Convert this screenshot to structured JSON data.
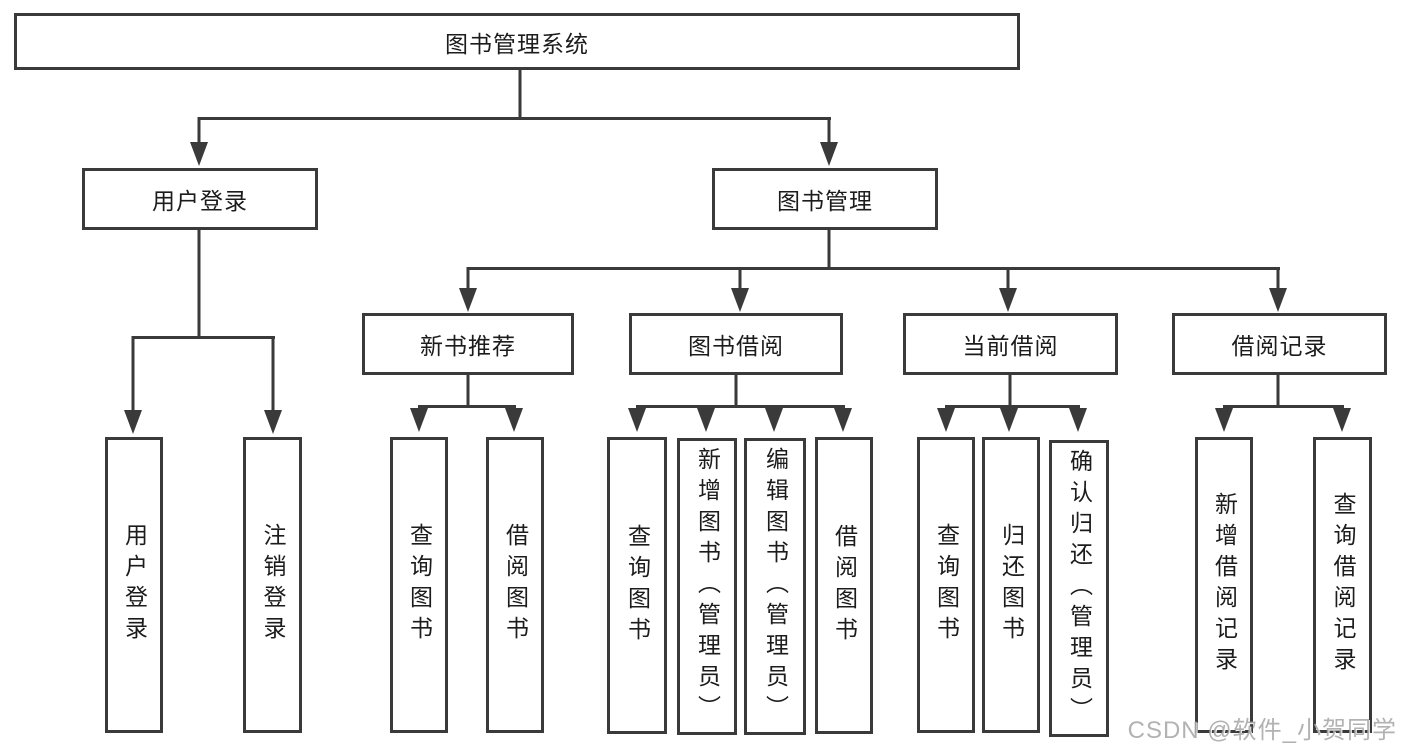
{
  "diagram": {
    "root": {
      "label": "图书管理系统"
    },
    "branches": {
      "login": {
        "label": "用户登录",
        "children": [
          {
            "label": "用户登录"
          },
          {
            "label": "注销登录"
          }
        ]
      },
      "mgmt": {
        "label": "图书管理",
        "children": [
          {
            "label": "新书推荐",
            "children": [
              {
                "label": "查询图书"
              },
              {
                "label": "借阅图书"
              }
            ]
          },
          {
            "label": "图书借阅",
            "children": [
              {
                "label": "查询图书"
              },
              {
                "label": "新增图书（管理员）"
              },
              {
                "label": "编辑图书（管理员）"
              },
              {
                "label": "借阅图书"
              }
            ]
          },
          {
            "label": "当前借阅",
            "children": [
              {
                "label": "查询图书"
              },
              {
                "label": "归还图书"
              },
              {
                "label": "确认归还（管理员）"
              }
            ]
          },
          {
            "label": "借阅记录",
            "children": [
              {
                "label": "新增借阅记录"
              },
              {
                "label": "查询借阅记录"
              }
            ]
          }
        ]
      }
    }
  },
  "watermark": {
    "text": "CSDN @软件_小贺同学"
  },
  "colors": {
    "line": "#3a3a3a",
    "text": "#1c1c1c",
    "background": "#ffffff",
    "watermark": "#a5a5a5"
  }
}
